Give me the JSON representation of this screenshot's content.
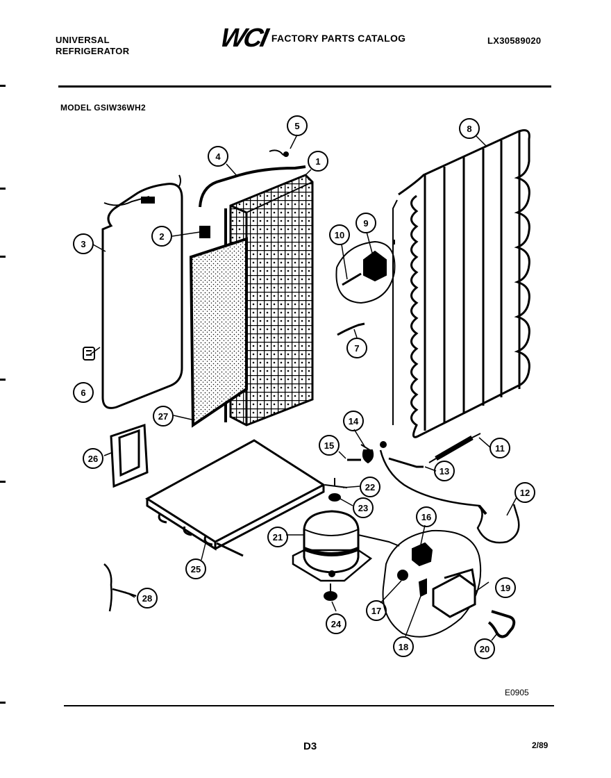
{
  "header": {
    "brand_line1": "UNIVERSAL",
    "brand_line2": "REFRIGERATOR",
    "logo": "WCI",
    "catalog_title": "FACTORY PARTS CATALOG",
    "catalog_number": "LX30589020",
    "model_label": "MODEL GSIW36WH2"
  },
  "callouts": [
    {
      "id": "c1",
      "text": "1"
    },
    {
      "id": "c2",
      "text": "2"
    },
    {
      "id": "c3",
      "text": "3"
    },
    {
      "id": "c4",
      "text": "4"
    },
    {
      "id": "c5",
      "text": "5"
    },
    {
      "id": "c6",
      "text": "6"
    },
    {
      "id": "c7",
      "text": "7"
    },
    {
      "id": "c8",
      "text": "8"
    },
    {
      "id": "c9",
      "text": "9"
    },
    {
      "id": "c10",
      "text": "10"
    },
    {
      "id": "c11",
      "text": "11"
    },
    {
      "id": "c12",
      "text": "12"
    },
    {
      "id": "c13",
      "text": "13"
    },
    {
      "id": "c14",
      "text": "14"
    },
    {
      "id": "c15",
      "text": "15"
    },
    {
      "id": "c16",
      "text": "16"
    },
    {
      "id": "c17",
      "text": "17"
    },
    {
      "id": "c18",
      "text": "18"
    },
    {
      "id": "c19",
      "text": "19"
    },
    {
      "id": "c20",
      "text": "20"
    },
    {
      "id": "c21",
      "text": "21"
    },
    {
      "id": "c22",
      "text": "22"
    },
    {
      "id": "c23",
      "text": "23"
    },
    {
      "id": "c24",
      "text": "24"
    },
    {
      "id": "c25",
      "text": "25"
    },
    {
      "id": "c26",
      "text": "26"
    },
    {
      "id": "c27",
      "text": "27"
    },
    {
      "id": "c28",
      "text": "28"
    }
  ],
  "footer": {
    "drawing_code": "E0905",
    "page_label": "D3",
    "revision_date": "2/89"
  }
}
